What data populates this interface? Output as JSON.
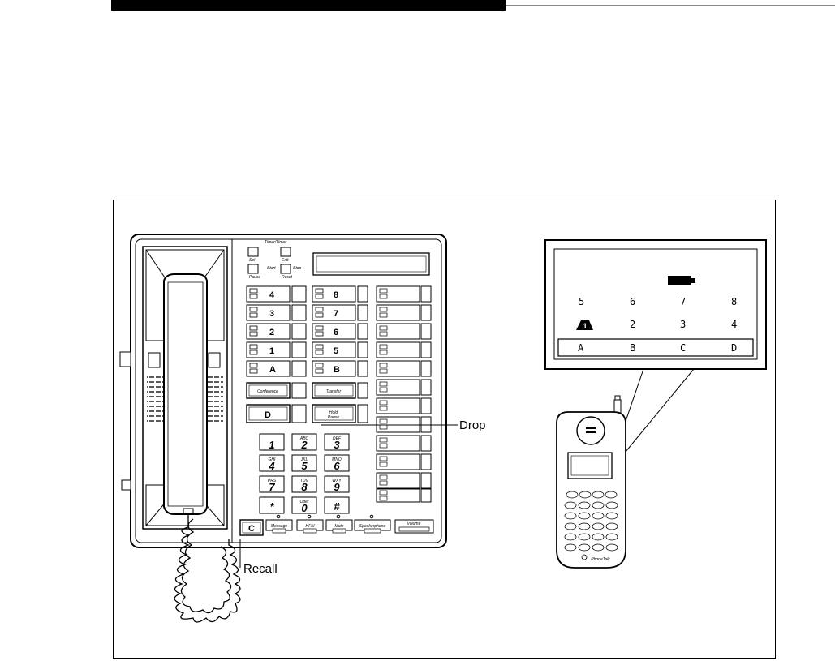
{
  "labels": {
    "drop": "Drop",
    "recall": "Recall"
  },
  "console": {
    "timer_header": "Timer/Timer",
    "timer_keys": [
      "Sel",
      "Exit",
      "Start",
      "Stop",
      "Pause",
      "Reset"
    ],
    "left_column_keys": [
      "4",
      "3",
      "2",
      "1",
      "A"
    ],
    "mid_column_keys": [
      "8",
      "7",
      "6",
      "5",
      "B"
    ],
    "conference": "Conference",
    "transfer": "Transfer",
    "drop_key": "D",
    "hold": "Hold",
    "hold_sub": "Pause",
    "dial_keys": [
      {
        "sub": "",
        "digit": "1"
      },
      {
        "sub": "ABC",
        "digit": "2"
      },
      {
        "sub": "DEF",
        "digit": "3"
      },
      {
        "sub": "GHI",
        "digit": "4"
      },
      {
        "sub": "JKL",
        "digit": "5"
      },
      {
        "sub": "MNO",
        "digit": "6"
      },
      {
        "sub": "PRS",
        "digit": "7"
      },
      {
        "sub": "TUV",
        "digit": "8"
      },
      {
        "sub": "WXY",
        "digit": "9"
      },
      {
        "sub": "",
        "digit": "*"
      },
      {
        "sub": "Oper",
        "digit": "0"
      },
      {
        "sub": "",
        "digit": "#"
      }
    ],
    "recall_key": "C",
    "bottom_keys": [
      "Message",
      "HFAI",
      "Mute",
      "Speakerphone",
      "Volume"
    ]
  },
  "zoom_display": {
    "row1": [
      "5",
      "6",
      "7",
      "8"
    ],
    "row2": [
      "",
      "2",
      "3",
      "4"
    ],
    "row3": [
      "A",
      "B",
      "C",
      "D"
    ]
  },
  "handset": {
    "brand": "PhoneTalk"
  }
}
